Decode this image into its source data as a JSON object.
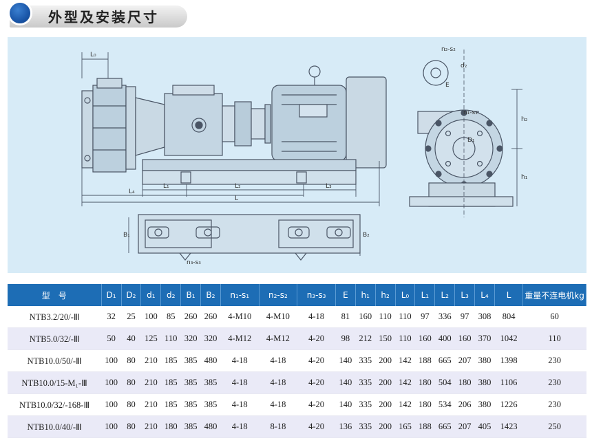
{
  "section": {
    "title": "外型及安装尺寸"
  },
  "drawing": {
    "labels": {
      "L0": "L₀",
      "L": "L",
      "L1": "L₁",
      "L2": "L₂",
      "L3": "L₃",
      "L4": "L₄",
      "B1": "B₁",
      "B2": "B₂",
      "n1s1": "n₁-s₁",
      "n2s2": "n₂-s₂",
      "n3s3": "n₃-s₃",
      "d2": "d₂",
      "E": "E",
      "h1": "h₁",
      "h2": "h₂",
      "D1": "D₁"
    }
  },
  "table": {
    "headers": [
      "型　号",
      "D₁",
      "D₂",
      "d₁",
      "d₂",
      "B₁",
      "B₂",
      "n₁-s₁",
      "n₂-s₂",
      "n₃-s₃",
      "E",
      "h₁",
      "h₂",
      "L₀",
      "L₁",
      "L₂",
      "L₃",
      "L₄",
      "L",
      "重量不连电机kg"
    ],
    "rows": [
      [
        "NTB3.2/20/-Ⅲ",
        "32",
        "25",
        "100",
        "85",
        "260",
        "260",
        "4-M10",
        "4-M10",
        "4-18",
        "81",
        "160",
        "110",
        "110",
        "97",
        "336",
        "97",
        "308",
        "804",
        "60"
      ],
      [
        "NTB5.0/32/-Ⅲ",
        "50",
        "40",
        "125",
        "110",
        "320",
        "320",
        "4-M12",
        "4-M12",
        "4-20",
        "98",
        "212",
        "150",
        "110",
        "160",
        "400",
        "160",
        "370",
        "1042",
        "110"
      ],
      [
        "NTB10.0/50/-Ⅲ",
        "100",
        "80",
        "210",
        "185",
        "385",
        "480",
        "4-18",
        "4-18",
        "4-20",
        "140",
        "335",
        "200",
        "142",
        "188",
        "665",
        "207",
        "380",
        "1398",
        "230"
      ],
      [
        "NTB10.0/15-M₁-Ⅲ",
        "100",
        "80",
        "210",
        "185",
        "385",
        "385",
        "4-18",
        "4-18",
        "4-20",
        "140",
        "335",
        "200",
        "142",
        "180",
        "504",
        "180",
        "380",
        "1106",
        "230"
      ],
      [
        "NTB10.0/32/-168-Ⅲ",
        "100",
        "80",
        "210",
        "185",
        "385",
        "385",
        "4-18",
        "4-18",
        "4-20",
        "140",
        "335",
        "200",
        "142",
        "180",
        "534",
        "206",
        "380",
        "1226",
        "230"
      ],
      [
        "NTB10.0/40/-Ⅲ",
        "100",
        "80",
        "210",
        "180",
        "385",
        "480",
        "4-18",
        "8-18",
        "4-20",
        "136",
        "335",
        "200",
        "165",
        "188",
        "665",
        "207",
        "405",
        "1423",
        "250"
      ]
    ]
  }
}
